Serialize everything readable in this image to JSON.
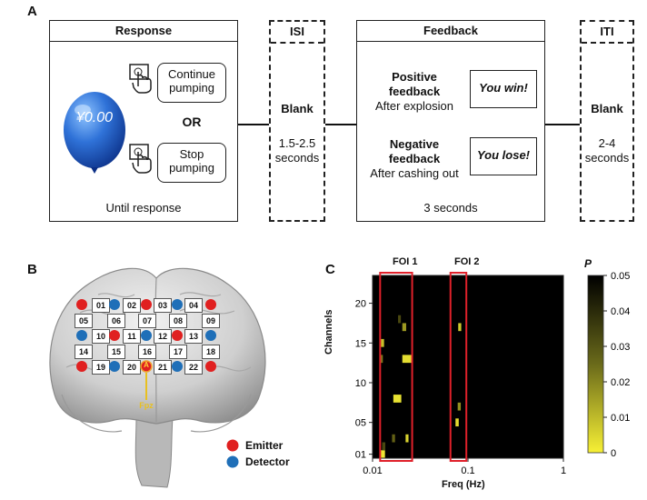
{
  "panel_a": {
    "letter": "A",
    "response": {
      "title": "Response",
      "balloon_amount": "¥0.00",
      "continue_label_1": "Continue",
      "continue_label_2": "pumping",
      "or_label": "OR",
      "stop_label_1": "Stop",
      "stop_label_2": "pumping",
      "footer": "Until response"
    },
    "isi": {
      "title": "ISI",
      "blank": "Blank",
      "time_1": "1.5-2.5",
      "time_2": "seconds"
    },
    "feedback": {
      "title": "Feedback",
      "positive_1": "Positive",
      "positive_2": "feedback",
      "positive_3": "After explosion",
      "win": "You win!",
      "negative_1": "Negative",
      "negative_2": "feedback",
      "negative_3": "After cashing out",
      "lose": "You lose!",
      "footer": "3 seconds"
    },
    "iti": {
      "title": "ITI",
      "blank": "Blank",
      "time_1": "2-4",
      "time_2": "seconds"
    }
  },
  "panel_b": {
    "letter": "B",
    "channels": [
      "01",
      "02",
      "03",
      "04",
      "05",
      "06",
      "07",
      "08",
      "09",
      "10",
      "11",
      "12",
      "13",
      "14",
      "15",
      "16",
      "17",
      "18",
      "19",
      "20",
      "21",
      "22"
    ],
    "fpz_label": "Fpz",
    "fpz_marker": "A",
    "legend": {
      "emitter": "Emitter",
      "detector": "Detector"
    },
    "colors": {
      "emitter": "#e02020",
      "detector": "#1f6fb8"
    }
  },
  "panel_c": {
    "letter": "C",
    "foi1": "FOI 1",
    "foi2": "FOI 2",
    "colorbar_title": "P",
    "colorbar_ticks": [
      "0.05",
      "0.04",
      "0.03",
      "0.02",
      "0.01",
      "0"
    ],
    "chart_data": {
      "type": "heatmap",
      "xlabel": "Freq (Hz)",
      "ylabel": "Channels",
      "xscale": "log",
      "xlim": [
        0.01,
        1
      ],
      "ylim": [
        0.5,
        23.5
      ],
      "x_ticks": [
        "0.01",
        "0.1",
        "1"
      ],
      "y_ticks": [
        "01",
        "05",
        "10",
        "15",
        "20"
      ],
      "color_range": [
        0,
        0.05
      ],
      "foi_1_hz": [
        0.012,
        0.026
      ],
      "foi_2_hz": [
        0.07,
        0.09
      ],
      "cells": [
        {
          "f0": 0.0122,
          "f1": 0.0135,
          "ch": 1,
          "p": 0.002
        },
        {
          "f0": 0.0126,
          "f1": 0.0136,
          "ch": 2,
          "p": 0.035
        },
        {
          "f0": 0.0222,
          "f1": 0.0238,
          "ch": 3,
          "p": 0.006
        },
        {
          "f0": 0.016,
          "f1": 0.0172,
          "ch": 3,
          "p": 0.03
        },
        {
          "f0": 0.074,
          "f1": 0.08,
          "ch": 5,
          "p": 0.004
        },
        {
          "f0": 0.078,
          "f1": 0.084,
          "ch": 7,
          "p": 0.02
        },
        {
          "f0": 0.0165,
          "f1": 0.02,
          "ch": 8,
          "p": 0.003
        },
        {
          "f0": 0.012,
          "f1": 0.0128,
          "ch": 13,
          "p": 0.025
        },
        {
          "f0": 0.0205,
          "f1": 0.026,
          "ch": 13,
          "p": 0.004
        },
        {
          "f0": 0.0122,
          "f1": 0.0132,
          "ch": 15,
          "p": 0.01
        },
        {
          "f0": 0.0205,
          "f1": 0.0225,
          "ch": 17,
          "p": 0.018
        },
        {
          "f0": 0.079,
          "f1": 0.085,
          "ch": 17,
          "p": 0.008
        },
        {
          "f0": 0.0185,
          "f1": 0.0198,
          "ch": 18,
          "p": 0.035
        }
      ]
    }
  }
}
